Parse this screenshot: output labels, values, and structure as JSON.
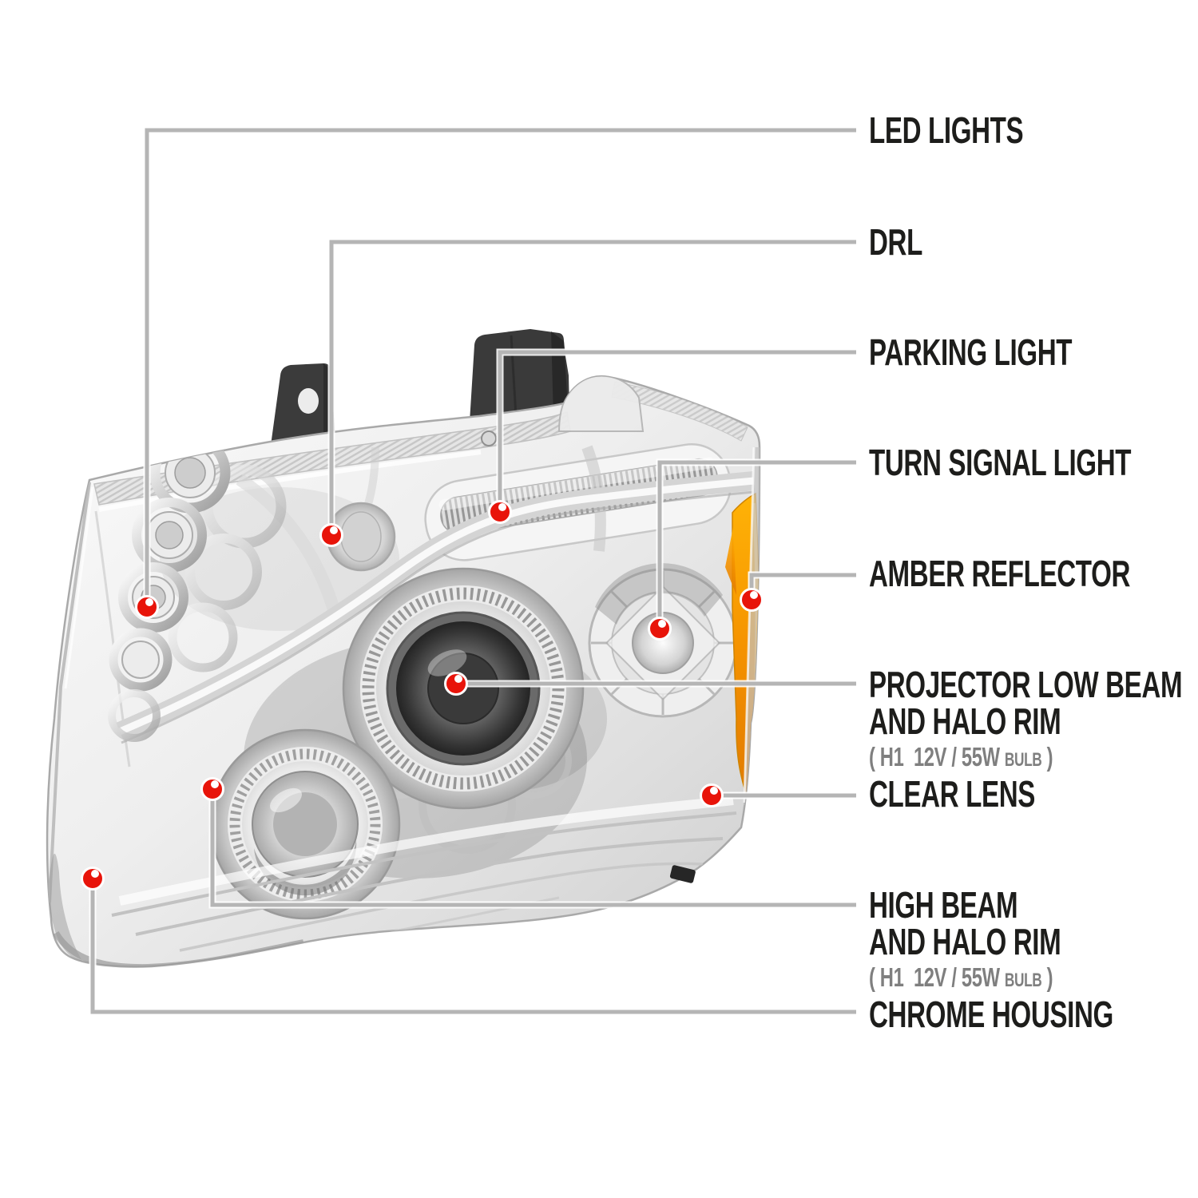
{
  "diagram": {
    "subject": "chrome projector headlight feature callout diagram",
    "dot_color": "#e8140a",
    "line_color": "#b5b5b5",
    "text_color": "#1d1d1b",
    "spec_text_color": "#7f7f7f",
    "amber_color": "#f09c00",
    "background": "#ffffff"
  },
  "callouts": [
    {
      "id": "led-lights",
      "label": "LED LIGHTS"
    },
    {
      "id": "drl",
      "label": "DRL"
    },
    {
      "id": "parking-light",
      "label": "PARKING LIGHT"
    },
    {
      "id": "turn-signal-light",
      "label": "TURN SIGNAL LIGHT"
    },
    {
      "id": "amber-reflector",
      "label": "AMBER REFLECTOR"
    },
    {
      "id": "projector-low-beam",
      "label_line1": "PROJECTOR LOW BEAM",
      "label_line2": "AND HALO RIM",
      "spec": {
        "open": "( ",
        "main": "H1  12V / 55W ",
        "small": "BULB",
        "close": " )"
      }
    },
    {
      "id": "clear-lens",
      "label": "CLEAR LENS"
    },
    {
      "id": "high-beam",
      "label_line1": "HIGH BEAM",
      "label_line2": "AND HALO RIM",
      "spec": {
        "open": "( ",
        "main": "H1  12V / 55W ",
        "small": "BULB",
        "close": " )"
      }
    },
    {
      "id": "chrome-housing",
      "label": "CHROME HOUSING"
    }
  ]
}
